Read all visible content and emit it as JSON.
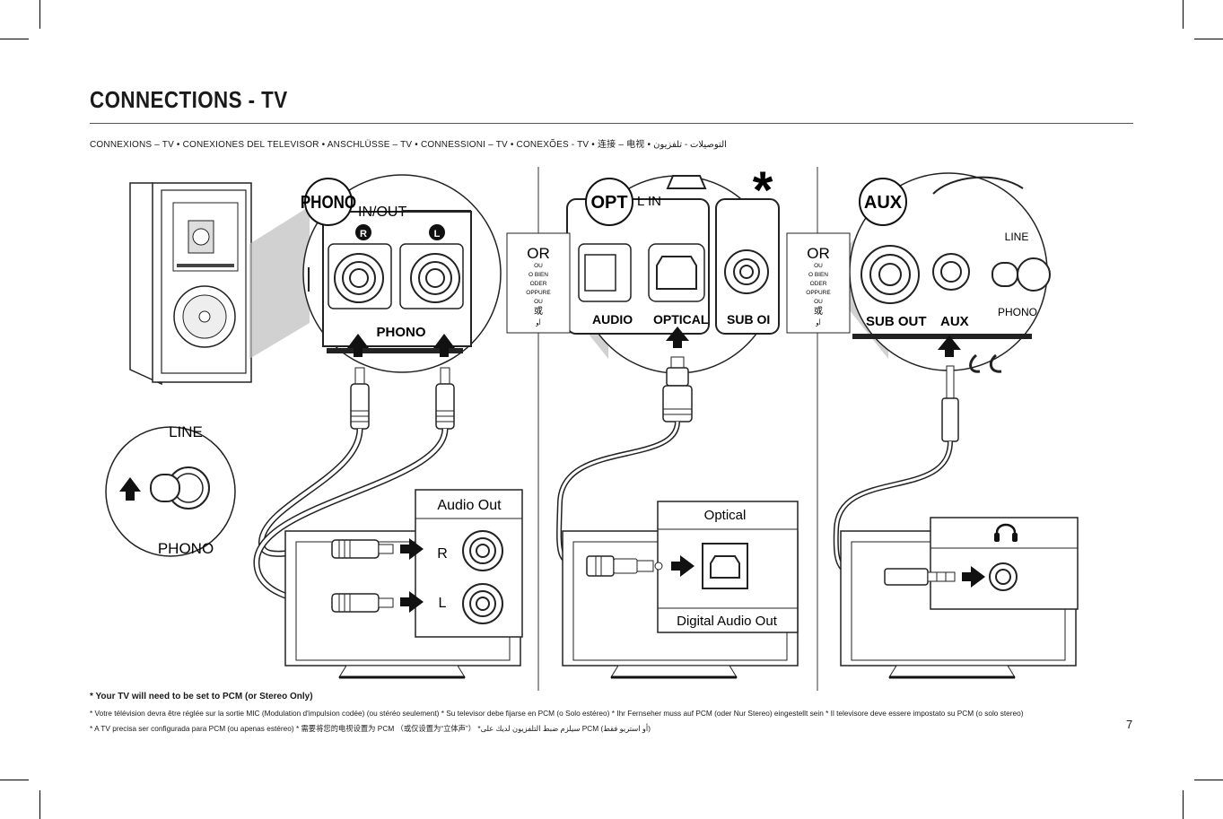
{
  "page": {
    "title": "CONNECTIONS - TV",
    "subtitle": "CONNEXIONS – TV  • CONEXIONES DEL TELEVISOR   • ANSCHLÜSSE – TV  •  CONNESSIONI – TV  •  CONEXÕES - TV  •  连接 – 电视  •  التوصيلات - تلفزيون",
    "page_number": "7"
  },
  "panel_phono": {
    "zoom_label": "PHONO",
    "in_out_label": "IN/OUT",
    "r_label": "R",
    "l_label": "L",
    "phono_label": "PHONO",
    "switch_line": "LINE",
    "switch_phono": "PHONO",
    "tv_box_title": "Audio Out",
    "tv_r": "R",
    "tv_l": "L"
  },
  "or_box": {
    "or": "OR",
    "lines": [
      "OU",
      "O BIEN",
      "ODER",
      "OPPURE",
      "OU",
      "或",
      "أو"
    ]
  },
  "panel_optical": {
    "zoom_label": "OPT",
    "l_in": "L IN",
    "audio": "AUDIO",
    "optical": "OPTICAL",
    "sub_out": "SUB OI",
    "asterisk": "*",
    "tv_box_title": "Optical",
    "tv_box_footer": "Digital Audio Out"
  },
  "panel_aux": {
    "zoom_label": "AUX",
    "line": "LINE",
    "phono": "PHONO",
    "sub_out": "SUB OUT",
    "aux": "AUX",
    "headphone_icon": "headphone-icon"
  },
  "notes": {
    "main": "* Your TV will need to be set to PCM (or Stereo Only)",
    "line2": "* Votre télévision devra être réglée sur la sortie MIC (Modulation d'impulsion codée) (ou stéréo seulement)  * Su televisor debe fijarse en PCM (o Solo estéreo)  * Ihr Fernseher muss auf PCM (oder Nur Stereo) eingestellt sein  * Il televisore deve essere impostato su PCM (o solo stereo)",
    "line3": "* A TV precisa ser configurada para PCM (ou apenas estéreo)  * 需要将您的电视设置为 PCM （或仅设置为“立体声”）        *سيلزم ضبط التلفزيون لديك على PCM (أو استريو فقط)"
  }
}
